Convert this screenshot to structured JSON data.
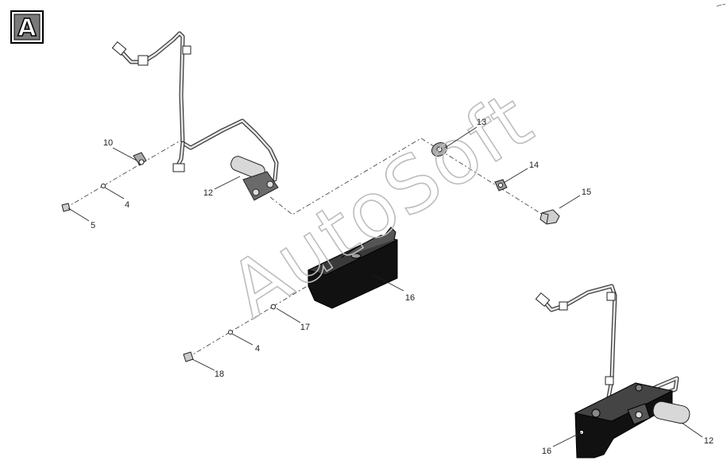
{
  "view_badge": "A",
  "watermark": "AutoSoft",
  "callouts": {
    "c4a": "4",
    "c5": "5",
    "c10": "10",
    "c12a": "12",
    "c13": "13",
    "c14": "14",
    "c15": "15",
    "c16a": "16",
    "c17": "17",
    "c4b": "4",
    "c18": "18",
    "c16b": "16",
    "c12b": "12"
  }
}
